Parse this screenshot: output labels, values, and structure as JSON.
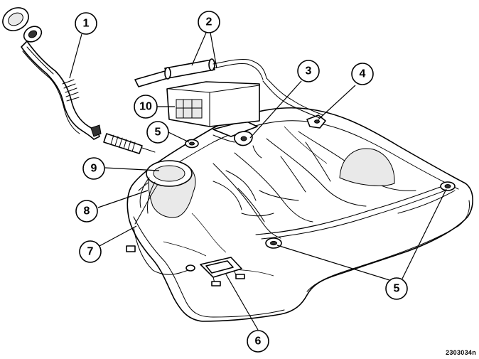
{
  "figure_code": "2303034n",
  "callouts": [
    {
      "id": "c1",
      "label": "1"
    },
    {
      "id": "c2",
      "label": "2"
    },
    {
      "id": "c3",
      "label": "3"
    },
    {
      "id": "c4",
      "label": "4"
    },
    {
      "id": "c5a",
      "label": "5"
    },
    {
      "id": "c5b",
      "label": "5"
    },
    {
      "id": "c6",
      "label": "6"
    },
    {
      "id": "c7",
      "label": "7"
    },
    {
      "id": "c8",
      "label": "8"
    },
    {
      "id": "c9",
      "label": "9"
    },
    {
      "id": "c10",
      "label": "10"
    }
  ],
  "colors": {
    "line": "#000000",
    "background": "#ffffff",
    "shade": "#e9e9e9"
  }
}
